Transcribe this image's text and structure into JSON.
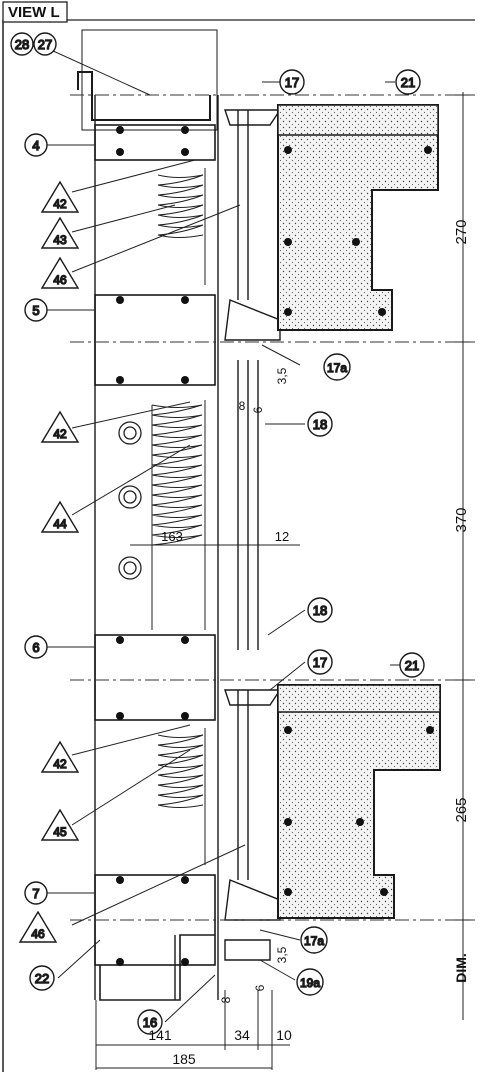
{
  "view_title": "VIEW L",
  "callouts_circle": {
    "c28": "28",
    "c27": "27",
    "c4": "4",
    "c17_top": "17",
    "c21_top": "21",
    "c5": "5",
    "c17a_top": "17a",
    "c18_top": "18",
    "c6": "6",
    "c18_mid": "18",
    "c17_mid": "17",
    "c21_mid": "21",
    "c7": "7",
    "c22": "22",
    "c17a_bot": "17a",
    "c16": "16",
    "c19a": "19a"
  },
  "callouts_triangle": {
    "t42_a": "42",
    "t43": "43",
    "t46_a": "46",
    "t42_b": "42",
    "t44": "44",
    "t42_c": "42",
    "t45": "45",
    "t46_b": "46"
  },
  "dimensions": {
    "d270": "270",
    "d370": "370",
    "d265": "265",
    "dim_label": "DIM.",
    "d163": "163",
    "d12": "12",
    "d8_top": "8",
    "d6_top": "6",
    "d35_top": "3,5",
    "d8_bot": "8",
    "d6_bot": "6",
    "d35_bot": "3,5",
    "d141": "141",
    "d34": "34",
    "d10": "10",
    "d185": "185"
  },
  "colors": {
    "line": "#1a1a1a",
    "fill_dark": "#222222",
    "stipple_bg": "#f2f2f2",
    "paper": "#ffffff"
  }
}
